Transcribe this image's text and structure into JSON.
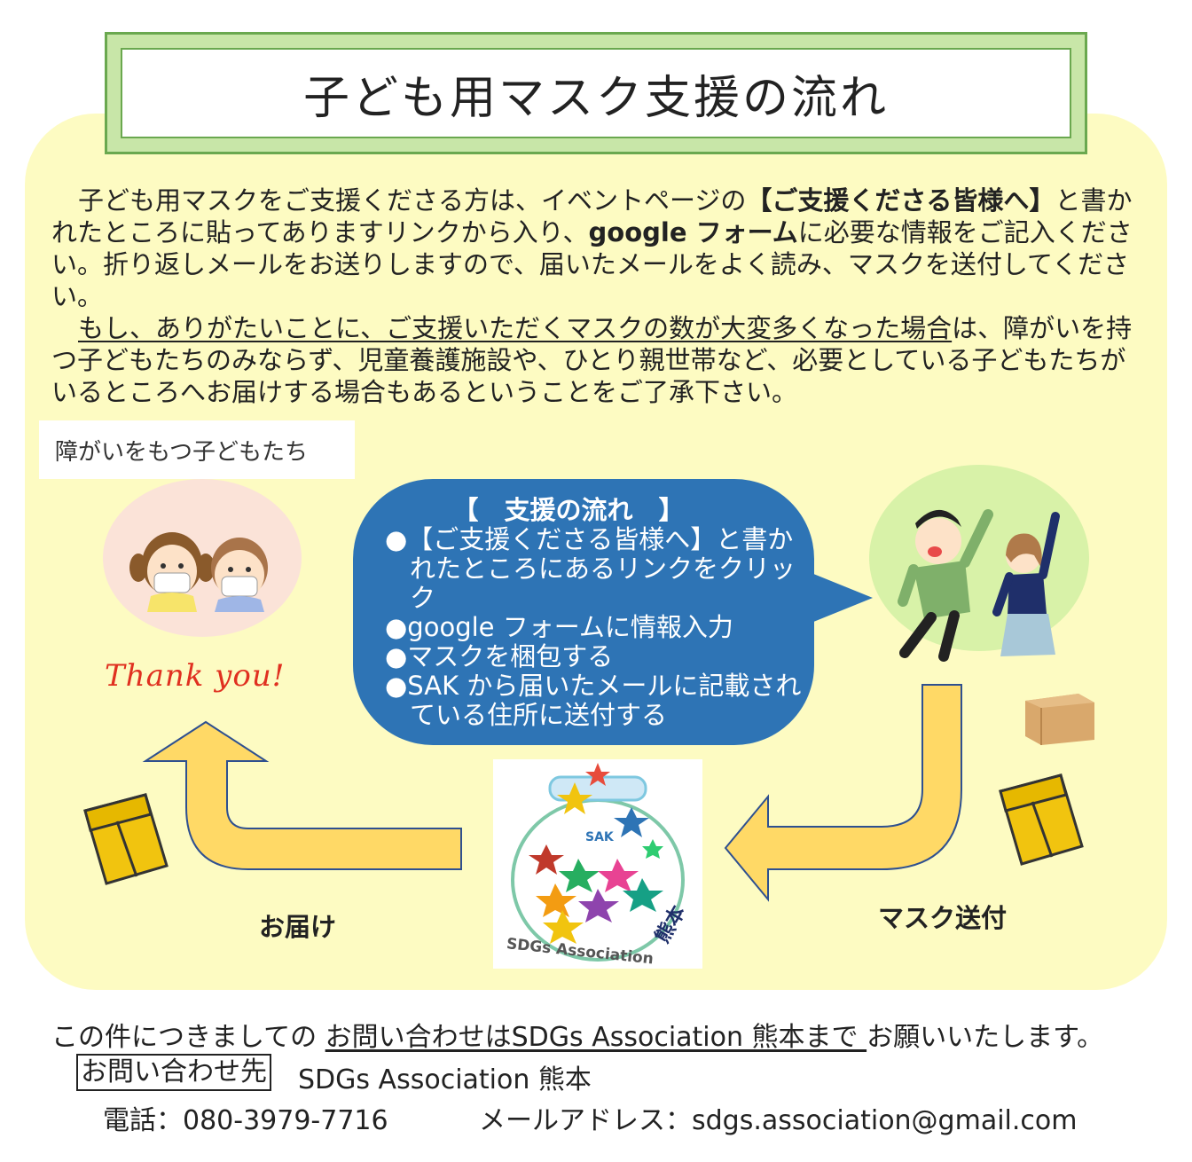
{
  "title": "子ども用マスク支援の流れ",
  "intro": {
    "p1_before": "子ども用マスクをご支援くださる方は、イベントページの",
    "p1_bold1": "【ご支援くださる皆様へ】",
    "p1_mid": "と書かれたところに貼ってありますリンクから入り、",
    "p1_bold2": "google フォーム",
    "p1_after": "に必要な情報をご記入ください。折り返しメールをお送りしますので、届いたメールをよく読み、マスクを送付してください。",
    "p2_underline": "もし、ありがたいことに、ご支援いただくマスクの数が大変多くなった場合",
    "p2_after": "は、障がいを持つ子どもたちのみならず、児童養護施設や、ひとり親世帯など、必要としている子どもたちがいるところへお届けする場合もあるということをご了承下さい。"
  },
  "kids_label": "障がいをもつ子どもたち",
  "thank_you": "Thank you!",
  "bubble": {
    "title": "【　支援の流れ　】",
    "steps": [
      "●【ご支援くださる皆様へ】と書かれたところにあるリンクをクリック",
      "●google フォームに情報入力",
      "●マスクを梱包する",
      "●SAK から届いたメールに記載されている住所に送付する"
    ]
  },
  "logo": {
    "sak": "SAK",
    "ring_text": "SDGs Association",
    "city": "熊本"
  },
  "captions": {
    "deliver": "お届け",
    "send": "マスク送付"
  },
  "footer": {
    "line1_before": "この件につきましての ",
    "line1_underline": "お問い合わせはSDGs Association 熊本まで ",
    "line1_after": "お願いいたします。",
    "contact_label": "お問い合わせ先",
    "contact_org": "SDGs Association 熊本",
    "tel": "電話：080-3979-7716",
    "mail": "メールアドレス：sdgs.association@gmail.com"
  },
  "colors": {
    "panel": "#fdfbc2",
    "title_frame": "#6aa84f",
    "bubble": "#2e74b5",
    "arrow": "#ffd966",
    "thank_you": "#e03020"
  }
}
